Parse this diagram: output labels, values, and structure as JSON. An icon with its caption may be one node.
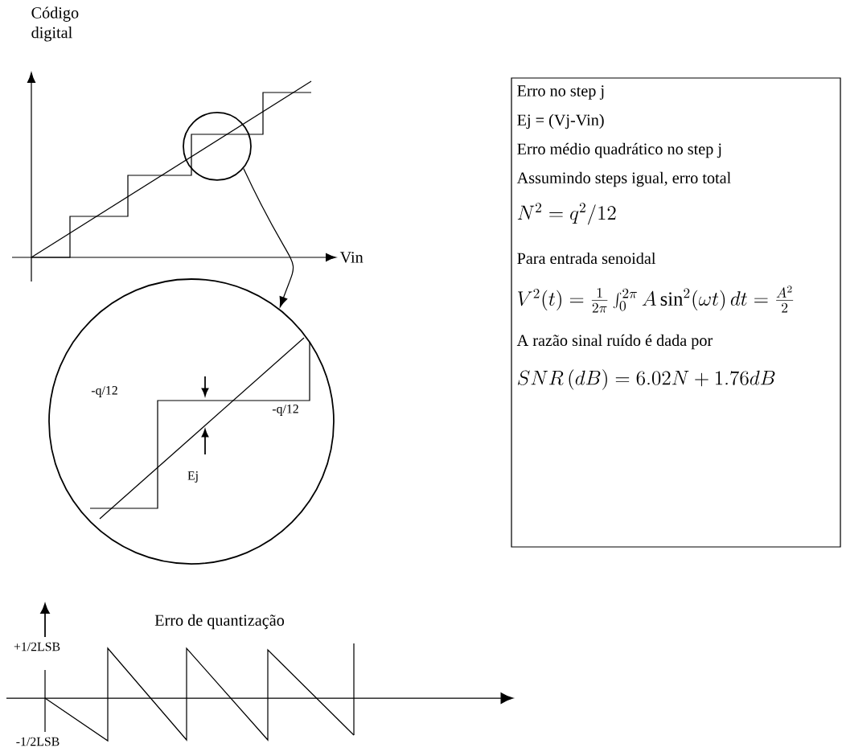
{
  "diagram": {
    "nodes": [
      {
        "text": [],
        "shape": "circle"
      },
      {
        "text": [],
        "shape": "circle"
      },
      {
        "text": [
          "Erro no step j",
          "Ej = (Vj-Vin)",
          "Erro médio quadrático no step j",
          "Assumindo steps igual, erro total",
          "N^{2}=q^{2}/12",
          "Para entrada senoidal",
          "V^{2}(t)=\\frac{1}{2\\pi}\\int_{0}^{2\\pi}A\\sin^{2}(\\omega t)\\,dt=\\frac{A^{2}}{2}",
          "A razão sinal ruído é dada por",
          "SNR\\,(dB)=6.02N+1.76dB"
        ]
      }
    ],
    "edges": [
      {
        "from": 0,
        "to": 1,
        "arrow": "to"
      }
    ],
    "labels": [
      "Código digital",
      "Vin",
      "-q/12",
      "-q/12",
      "Ej",
      "+1/2LSB",
      "Erro de quantização",
      "-1/2LSB"
    ]
  }
}
